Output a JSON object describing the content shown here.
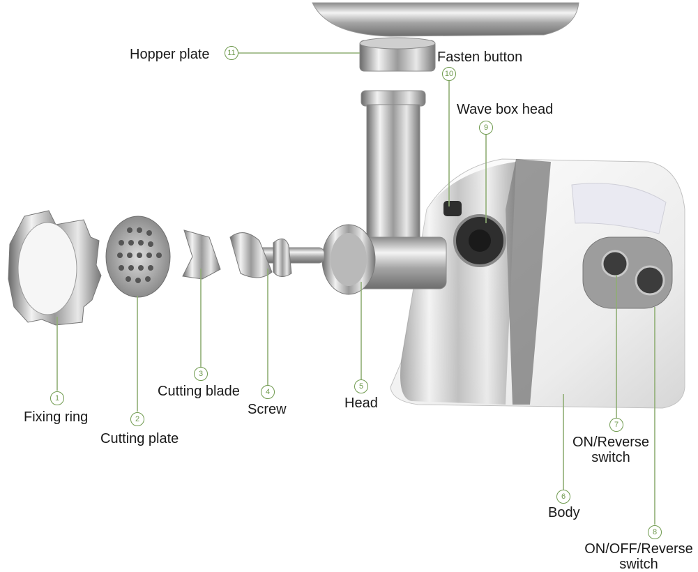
{
  "parts": [
    {
      "num": "1",
      "label": "Fixing ring"
    },
    {
      "num": "2",
      "label": "Cutting plate"
    },
    {
      "num": "3",
      "label": "Cutting blade"
    },
    {
      "num": "4",
      "label": "Screw"
    },
    {
      "num": "5",
      "label": "Head"
    },
    {
      "num": "6",
      "label": "Body"
    },
    {
      "num": "7",
      "label": "ON/Reverse switch",
      "line1": "ON/Reverse",
      "line2": "switch"
    },
    {
      "num": "8",
      "label": "ON/OFF/Reverse switch",
      "line1": "ON/OFF/Reverse",
      "line2": "switch"
    },
    {
      "num": "9",
      "label": "Wave box head"
    },
    {
      "num": "10",
      "label": "Fasten button"
    },
    {
      "num": "11",
      "label": "Hopper plate"
    }
  ],
  "colors": {
    "leader": "#8fae74",
    "number": "#6f9a4e",
    "text": "#1a1a1a"
  }
}
